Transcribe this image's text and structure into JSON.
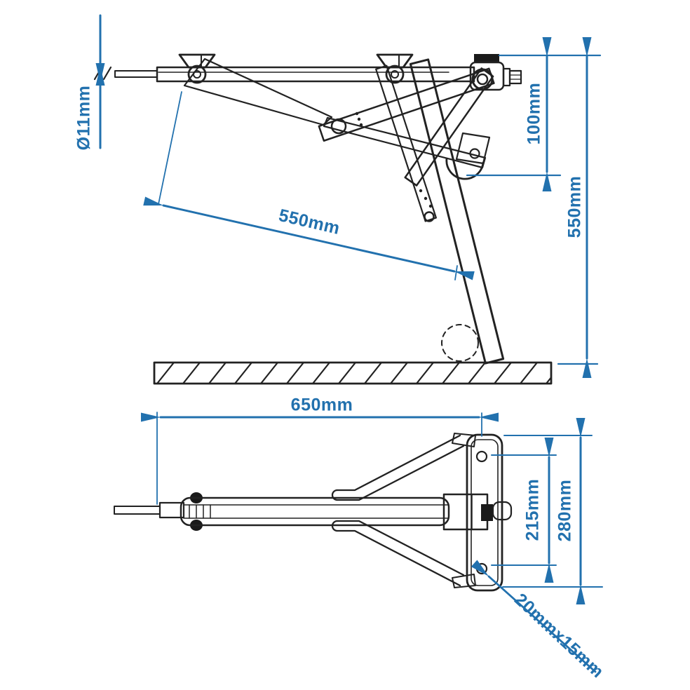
{
  "diagram_type": "technical-dimension-drawing",
  "subject": "corner steady stabilizer jack, side elevation and plan view",
  "colors": {
    "dimension_blue": "#2271ae",
    "linework_black": "#222222",
    "solid_fill_black": "#1a1a1a",
    "background": "#ffffff"
  },
  "side_view": {
    "dimensions": {
      "rod_diameter": "Ø11mm",
      "bracket_drop": "100mm",
      "leg_extension": "550mm",
      "overall_height": "550mm"
    }
  },
  "plan_view": {
    "dimensions": {
      "overall_length": "650mm",
      "hole_spacing": "215mm",
      "plate_height": "280mm",
      "slot_size": "20mmx15mm"
    }
  }
}
